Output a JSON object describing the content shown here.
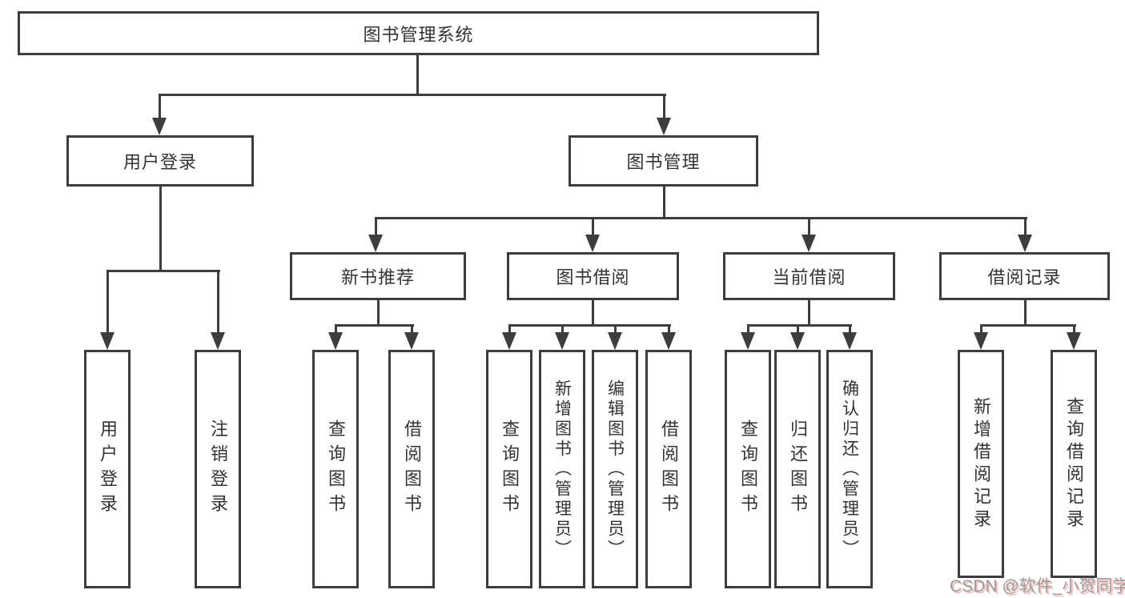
{
  "diagram": {
    "root": {
      "label": "图书管理系统"
    },
    "level2": [
      {
        "label": "用户登录"
      },
      {
        "label": "图书管理"
      }
    ],
    "level3": [
      {
        "label": "新书推荐"
      },
      {
        "label": "图书借阅"
      },
      {
        "label": "当前借阅"
      },
      {
        "label": "借阅记录"
      }
    ],
    "leaves": {
      "user_login": [
        "用户登录",
        "注销登录"
      ],
      "new_book_recommendation": [
        "查询图书",
        "借阅图书"
      ],
      "book_borrowing": [
        "查询图书",
        "新增图书（管理员）",
        "编辑图书（管理员）",
        "借阅图书"
      ],
      "current_borrowing": [
        "查询图书",
        "归还图书",
        "确认归还（管理员）"
      ],
      "borrowing_records": [
        "新增借阅记录",
        "查询借阅记录"
      ]
    }
  },
  "watermark": {
    "text": "CSDN @软件_小贺同学"
  },
  "colors": {
    "line": "#3d3d3d",
    "text": "#333333",
    "background": "#ffffff",
    "watermark_text": "#9b9b9b",
    "watermark_shadow": "#f3b8b4"
  }
}
